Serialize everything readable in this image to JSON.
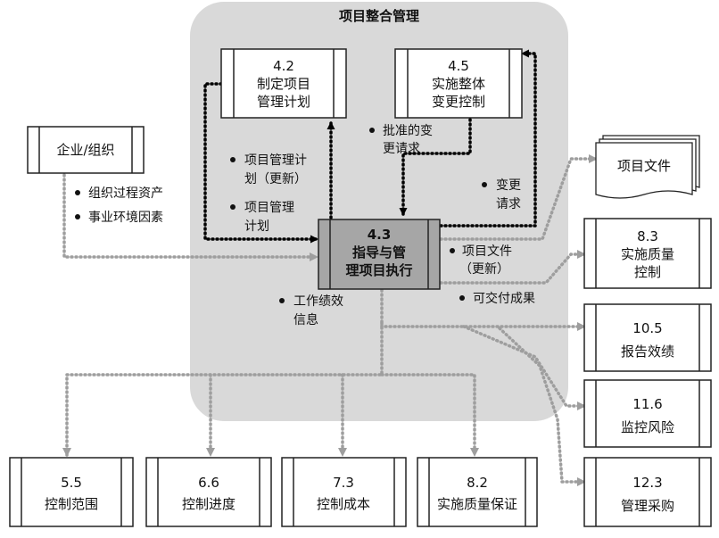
{
  "group": {
    "title": "项目整合管理"
  },
  "process": {
    "number": "4.3",
    "line1": "指导与管",
    "line2": "理项目执行"
  },
  "boxes": {
    "p42": {
      "number": "4.2",
      "line1": "制定项目",
      "line2": "管理计划"
    },
    "p45": {
      "number": "4.5",
      "line1": "实施整体",
      "line2": "变更控制"
    },
    "enterprise": {
      "label": "企业/组织"
    },
    "project_docs": {
      "label": "项目文件"
    },
    "p83": {
      "number": "8.3",
      "line1": "实施质量",
      "line2": "控制"
    },
    "p105": {
      "number": "10.5",
      "line1": "报告效绩"
    },
    "p116": {
      "number": "11.6",
      "line1": "监控风险"
    },
    "p123": {
      "number": "12.3",
      "line1": "管理采购"
    },
    "p55": {
      "number": "5.5",
      "line1": "控制范围"
    },
    "p66": {
      "number": "6.6",
      "line1": "控制进度"
    },
    "p73": {
      "number": "7.3",
      "line1": "控制成本"
    },
    "p82": {
      "number": "8.2",
      "line1": "实施质量保证"
    }
  },
  "labels": {
    "approved_cr": [
      "批准的变",
      "更请求"
    ],
    "pmp_update": [
      "项目管理计",
      "划（更新）"
    ],
    "pmp": [
      "项目管理",
      "计划"
    ],
    "change_req": [
      "变更",
      "请求"
    ],
    "org_assets": "组织过程资产",
    "eef": "事业环境因素",
    "docs_update": [
      "项目文件",
      "（更新）"
    ],
    "deliverables": "可交付成果",
    "work_perf": [
      "工作绩效",
      "信息"
    ]
  },
  "colors": {
    "group_bg": "#d9d9d9",
    "process_bg": "#a6a6a6",
    "arrow_dark": "#000000",
    "arrow_gray": "#9e9e9e"
  }
}
